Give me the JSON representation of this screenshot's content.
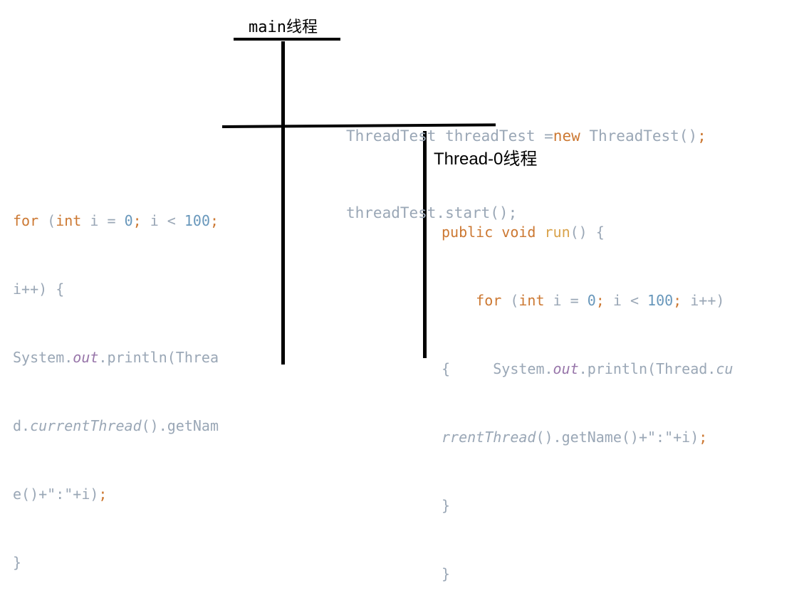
{
  "labels": {
    "main_thread": "main线程",
    "thread0": "Thread-0线程"
  },
  "colors": {
    "code_gray": "#9aa7b6",
    "keyword": "#cc7832",
    "number": "#6897bb",
    "field": "#9876aa",
    "line": "#000000"
  },
  "main_code": {
    "line1": {
      "type": "ThreadTest threadTest =",
      "new": "new",
      "ctor": " ThreadTest()",
      "semi": ";"
    },
    "line2": {
      "call": "threadTest.start()",
      "semi": ";"
    }
  },
  "left_code": {
    "l1": {
      "for": "for",
      "open": " (",
      "int": "int",
      "i_eq": " i = ",
      "zero": "0",
      "semi1": ";",
      "i_lt": " i < ",
      "hundred": "100",
      "semi2": ";"
    },
    "l2": {
      "text": "i++) {"
    },
    "l3": {
      "sys": "System.",
      "out": "out",
      "rest": ".println(Threa"
    },
    "l4": {
      "d": "d.",
      "ct": "currentThread",
      "rest": "().getNam"
    },
    "l5": {
      "text": "e()+\":\"+i)",
      "semi": ";"
    },
    "l6": {
      "text": "}"
    }
  },
  "right_code": {
    "r1": {
      "public": "public",
      "sp": " ",
      "void": "void",
      "sp2": " ",
      "run": "run",
      "rest": "() {"
    },
    "r2": {
      "indent": "    ",
      "for": "for",
      "open": " (",
      "int": "int",
      "i_eq": " i = ",
      "zero": "0",
      "semi1": ";",
      "i_lt": " i < ",
      "hundred": "100",
      "semi2": ";",
      "rest": " i++)"
    },
    "r3": {
      "brace": "{     System.",
      "out": "out",
      "rest": ".println(Thread.",
      "cu": "cu"
    },
    "r4": {
      "ct": "rrentThread",
      "rest": "().getName()+\":\"+i)",
      "semi": ";"
    },
    "r5": {
      "text": "}"
    },
    "r6": {
      "text": "}"
    }
  }
}
